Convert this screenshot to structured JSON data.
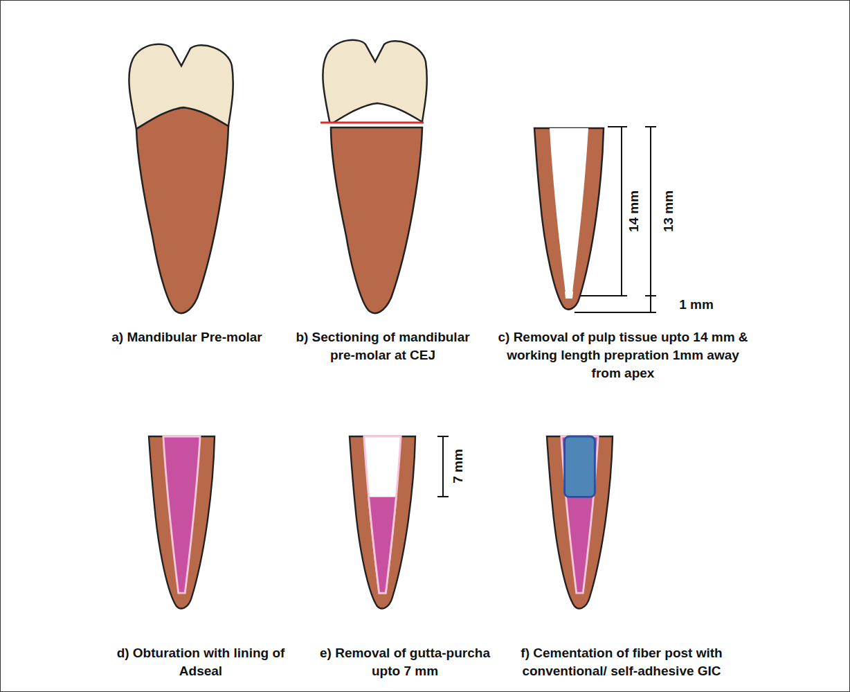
{
  "diagram": {
    "labels": [
      "a) Mandibular Pre-molar",
      "b) Sectioning of mandibular pre-molar at CEJ",
      "14 mm",
      "13 mm",
      "1 mm",
      "c) Removal of pulp tissue upto 14 mm & working length prepration 1mm away from apex",
      "7 mm",
      "d) Obturation with lining of Adseal",
      "e) Removal of gutta-purcha upto 7 mm",
      "f) Cementation of fiber post with conventional/ self-adhesive GIC"
    ]
  }
}
